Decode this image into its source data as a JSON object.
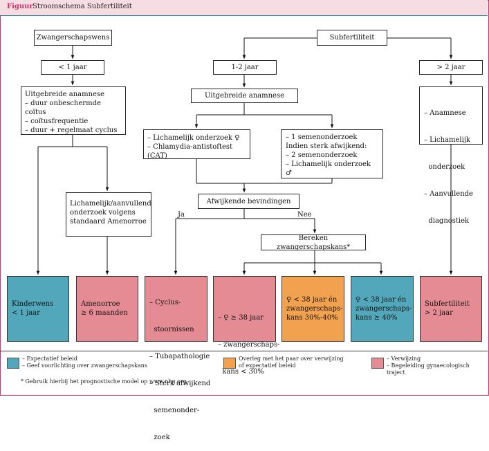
{
  "figure": {
    "label": "Figuur",
    "title": "Stroomschema Subfertiliteit"
  },
  "nodes": {
    "wish": "Zwangerschapswens",
    "subfertility": "Subfertiliteit",
    "lt1": "< 1 jaar",
    "y12": "1-2 jaar",
    "gt2": "> 2 jaar",
    "extended_anamnesis_left": {
      "title": "Uitgebreide anamnese",
      "items": [
        "– duur onbeschermde coïtus",
        "– coïtusfrequentie",
        "– duur + regelmaat cyclus"
      ]
    },
    "extended_anamnesis_mid": "Uitgebreide anamnese",
    "right_list": [
      "– Anamnese",
      "– Lichamelijk",
      "  onderzoek",
      "– Aanvullende",
      "  diagnostiek"
    ],
    "female_exam": [
      "– Lichamelijk onderzoek ♀",
      "– Chlamydia-antistoftest (CAT)"
    ],
    "semen": [
      "– 1 semenonderzoek",
      "Indien sterk afwijkend:",
      "– 2 semenonderzoek",
      "– Lichamelijk onderzoek ♂"
    ],
    "physical_exam": [
      "Lichamelijk/aanvullend",
      "onderzoek volgens",
      "standaard Amenorroe"
    ],
    "abnormal_findings": "Afwijkende bevindingen",
    "yes": "Ja",
    "no": "Nee",
    "calc": "Bereken zwangerschapskans*"
  },
  "outcomes": [
    {
      "lines": [
        "Kinderwens",
        "< 1 jaar"
      ],
      "color": "#52a8ba"
    },
    {
      "lines": [
        "Amenorroe",
        "≥ 6 maanden"
      ],
      "color": "#e48b94"
    },
    {
      "lines": [
        "– Cyclus-",
        "  stoornissen",
        "– Tubapathologie",
        "– Sterk afwijkend",
        "  semenonder-",
        "  zoek"
      ],
      "color": "#e48b94"
    },
    {
      "lines": [
        "– ♀ ≥ 38 jaar",
        "– zwangerschaps-",
        "  kans < 30%"
      ],
      "color": "#e48b94"
    },
    {
      "lines": [
        "♀ < 38 jaar én",
        "zwangerschaps-",
        "kans 30%-40%"
      ],
      "color": "#f2a24f"
    },
    {
      "lines": [
        "♀ < 38 jaar én",
        "zwangerschaps-",
        "kans ≥ 40%"
      ],
      "color": "#52a8ba"
    },
    {
      "lines": [
        "Subfertiliteit",
        "> 2 jaar"
      ],
      "color": "#e48b94"
    }
  ],
  "legend": {
    "teal": [
      "– Expectatief beleid",
      "– Geef voorlichting over zwangerschapskans"
    ],
    "orange": [
      "Overleg met het paar over verwijzing",
      "of expectatief beleid"
    ],
    "pink": [
      "– Verwijzing",
      "– Begeleiding gynaecologisch traject"
    ],
    "footnote": "* Gebruik hierbij het prognostische model op www.nhg.org"
  },
  "colors": {
    "teal": "#52a8ba",
    "orange": "#f2a24f",
    "pink": "#e48b94",
    "frame": "#c8336e",
    "header": "#f6dde4"
  }
}
